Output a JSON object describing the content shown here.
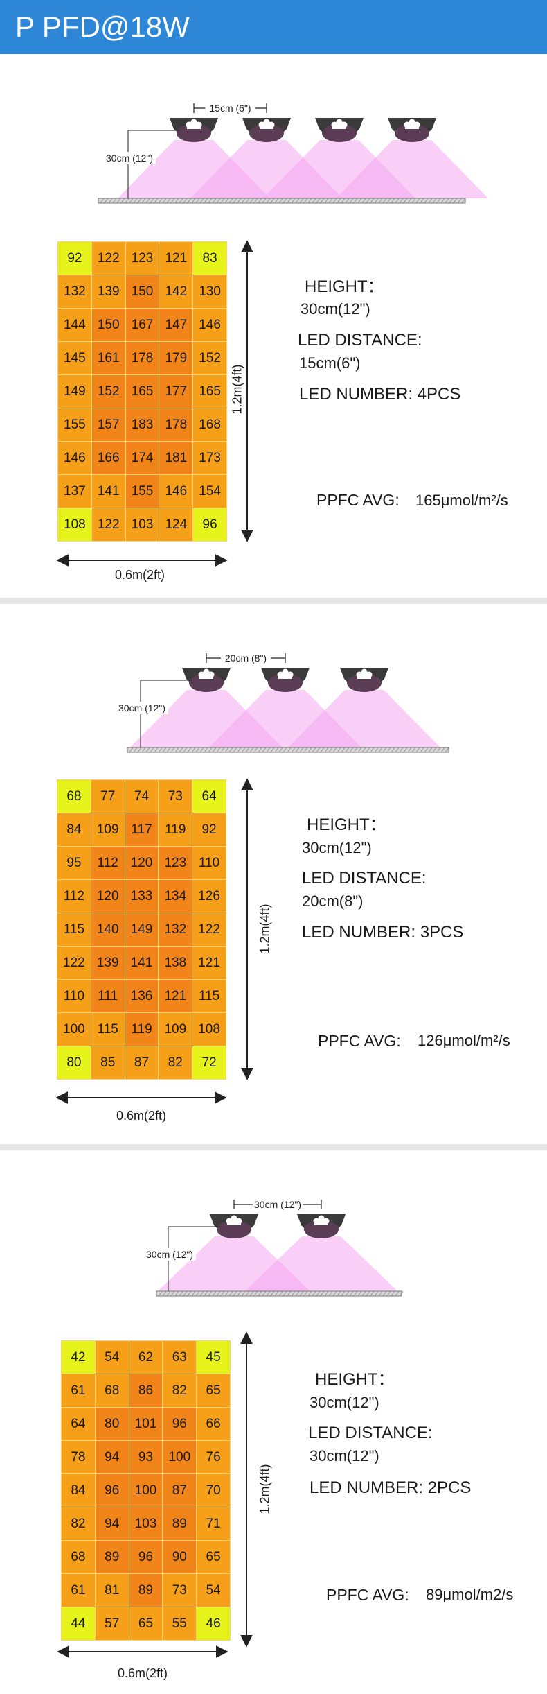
{
  "header": {
    "title": "P PFD@18W"
  },
  "sections": [
    {
      "diagram": {
        "spacing_label": "15cm (6\")",
        "height_label": "30cm (12\")",
        "led_count": 4
      },
      "grid": {
        "cols": 5,
        "rows": [
          [
            92,
            122,
            123,
            121,
            83
          ],
          [
            132,
            139,
            150,
            142,
            130
          ],
          [
            144,
            150,
            167,
            147,
            146
          ],
          [
            145,
            161,
            178,
            179,
            152
          ],
          [
            149,
            152,
            165,
            177,
            165
          ],
          [
            155,
            157,
            183,
            178,
            168
          ],
          [
            146,
            166,
            174,
            181,
            173
          ],
          [
            137,
            141,
            155,
            146,
            154
          ],
          [
            108,
            122,
            103,
            124,
            96
          ]
        ]
      },
      "vertical_label": "1.2m(4ft)",
      "horizontal_label": "0.6m(2ft)",
      "info": {
        "height_label": "HEIGHT：",
        "height_value": "30cm(12\")",
        "distance_label": "LED DISTANCE:",
        "distance_value": "15cm(6\")",
        "number_label": "LED NUMBER: 4PCS",
        "avg_label": "PPFC AVG:",
        "avg_value": "165μmol/m²/s"
      }
    },
    {
      "diagram": {
        "spacing_label": "20cm (8\")",
        "height_label": "30cm (12\")",
        "led_count": 3
      },
      "grid": {
        "cols": 5,
        "rows": [
          [
            68,
            77,
            74,
            73,
            64
          ],
          [
            84,
            109,
            117,
            119,
            92
          ],
          [
            95,
            112,
            120,
            123,
            110
          ],
          [
            112,
            120,
            133,
            134,
            126
          ],
          [
            115,
            140,
            149,
            132,
            122
          ],
          [
            122,
            139,
            141,
            138,
            121
          ],
          [
            110,
            111,
            136,
            121,
            115
          ],
          [
            100,
            115,
            119,
            109,
            108
          ],
          [
            80,
            85,
            87,
            82,
            72
          ]
        ]
      },
      "vertical_label": "1.2m(4ft)",
      "horizontal_label": "0.6m(2ft)",
      "info": {
        "height_label": "HEIGHT：",
        "height_value": "30cm(12\")",
        "distance_label": "LED DISTANCE:",
        "distance_value": "20cm(8\")",
        "number_label": "LED NUMBER: 3PCS",
        "avg_label": "PPFC AVG:",
        "avg_value": "126μmol/m²/s"
      }
    },
    {
      "diagram": {
        "spacing_label": "30cm (12\")",
        "height_label": "30cm (12\")",
        "led_count": 2
      },
      "grid": {
        "cols": 5,
        "rows": [
          [
            42,
            54,
            62,
            63,
            45
          ],
          [
            61,
            68,
            86,
            82,
            65
          ],
          [
            64,
            80,
            101,
            96,
            66
          ],
          [
            78,
            94,
            93,
            100,
            76
          ],
          [
            84,
            96,
            100,
            87,
            70
          ],
          [
            82,
            94,
            103,
            89,
            71
          ],
          [
            68,
            89,
            96,
            90,
            65
          ],
          [
            61,
            81,
            89,
            73,
            54
          ],
          [
            44,
            57,
            65,
            55,
            46
          ]
        ]
      },
      "vertical_label": "1.2m(4ft)",
      "horizontal_label": "0.6m(2ft)",
      "info": {
        "height_label": "HEIGHT：",
        "height_value": "30cm(12\")",
        "distance_label": "LED DISTANCE:",
        "distance_value": "30cm(12\")",
        "number_label": "LED NUMBER: 2PCS",
        "avg_label": "PPFC AVG:",
        "avg_value": "89μmol/m2/s"
      }
    }
  ]
}
